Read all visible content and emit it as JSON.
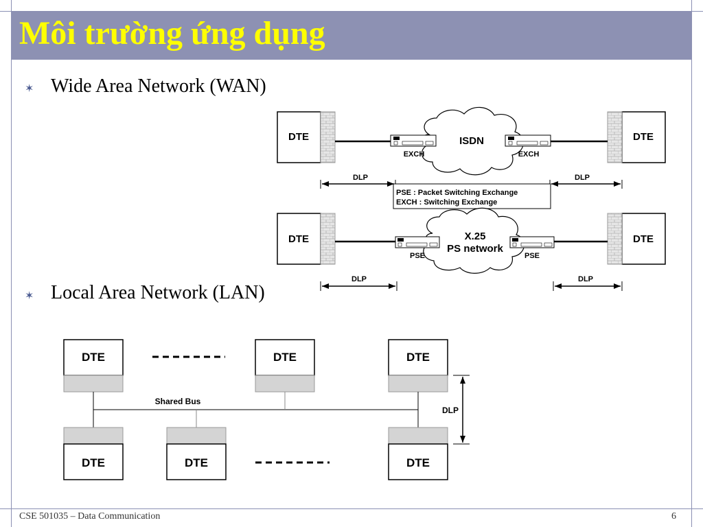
{
  "slide": {
    "title": "Môi trường ứng dụng",
    "bullet_symbol": "✶",
    "bullets": [
      "Wide Area Network (WAN)",
      "Local Area Network (LAN)"
    ],
    "footer_left": "CSE 501035 – Data Communication",
    "page_number": "6"
  },
  "wan_isdn": {
    "dte": "DTE",
    "cloud": "ISDN",
    "exch": "EXCH",
    "dlp": "DLP",
    "legend_line1": "PSE : Packet Switching Exchange",
    "legend_line2": "EXCH : Switching Exchange"
  },
  "wan_x25": {
    "dte": "DTE",
    "cloud_line1": "X.25",
    "cloud_line2": "PS network",
    "pse": "PSE",
    "dlp": "DLP"
  },
  "lan": {
    "dte": "DTE",
    "bus_label": "Shared Bus",
    "dlp": "DLP"
  },
  "colors": {
    "title_bar": "#8d91b3",
    "title_text": "#ffff00",
    "frame": "#8a8fb3",
    "bullet": "#4a5a90",
    "interface_grey": "#d4d4d4"
  }
}
